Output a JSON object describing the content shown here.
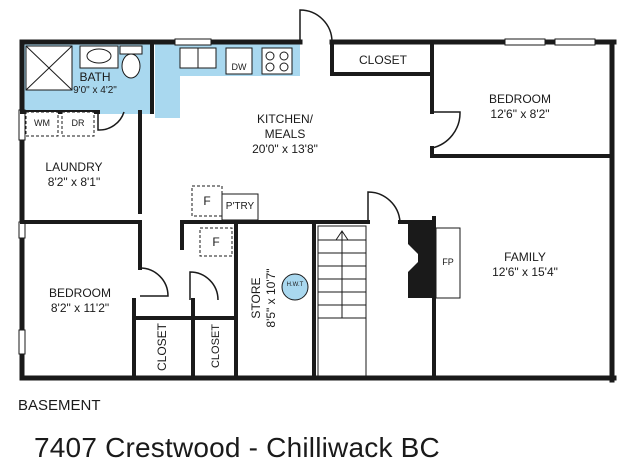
{
  "rooms": {
    "bath": {
      "name": "BATH",
      "dims": "9'0\" x 4'2\""
    },
    "kitchen": {
      "name": "KITCHEN/\nMEALS",
      "name_line1": "KITCHEN/",
      "name_line2": "MEALS",
      "dims": "20'0\" x 13'8\""
    },
    "closet_top": {
      "name": "CLOSET"
    },
    "bedroom_right": {
      "name": "BEDROOM",
      "dims": "12'6\" x 8'2\""
    },
    "laundry": {
      "name": "LAUNDRY",
      "dims": "8'2\" x 8'1\""
    },
    "family": {
      "name": "FAMILY",
      "dims": "12'6\" x 15'4\""
    },
    "bedroom_left": {
      "name": "BEDROOM",
      "dims": "8'2\" x 11'2\""
    },
    "store": {
      "name": "STORE",
      "dims": "8'5\" x 10'7\""
    },
    "closet_bottom_1": {
      "name": "CLOSET"
    },
    "closet_bottom_2": {
      "name": "CLOSET"
    }
  },
  "fixtures": {
    "dw": "DW",
    "wm": "WM",
    "dr": "DR",
    "fridge_1": "F",
    "fridge_2": "F",
    "pantry": "P'TRY",
    "hwt": "H.W.T",
    "fp": "FP"
  },
  "level": "BASEMENT",
  "address": "7407 Crestwood - Chilliwack BC",
  "colors": {
    "wall": "#1a1a1a",
    "wet_area": "#a9d8ef",
    "background": "#ffffff"
  }
}
